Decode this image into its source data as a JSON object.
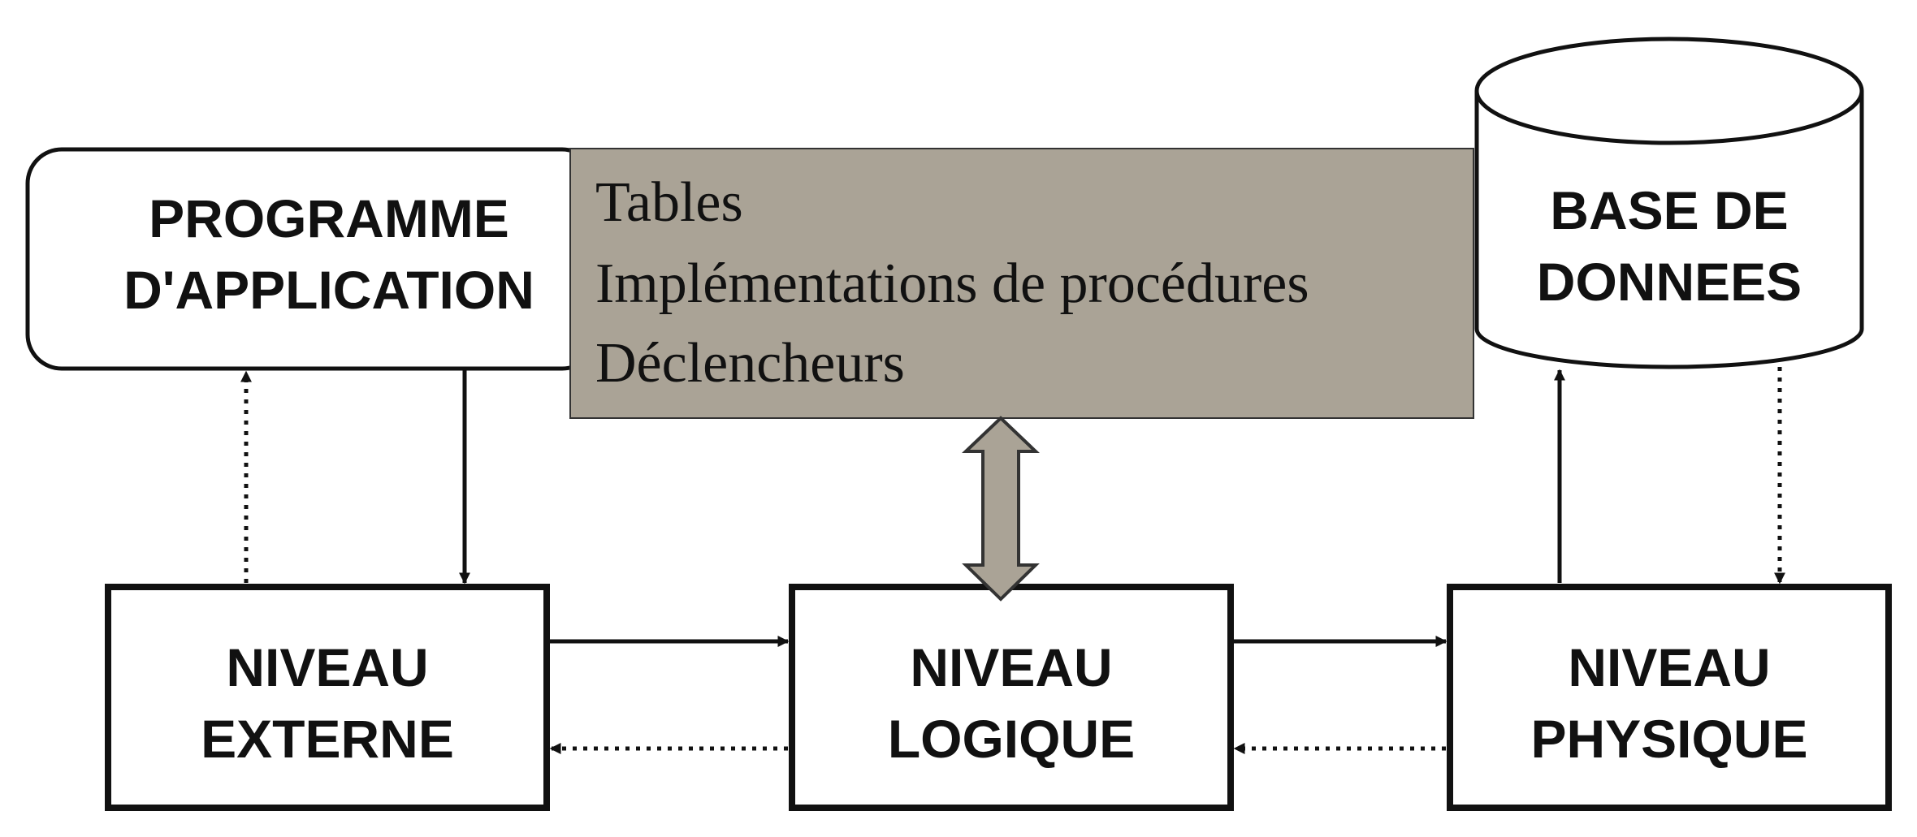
{
  "diagram": {
    "programme": {
      "line1": "PROGRAMME",
      "line2": "D'APPLICATION"
    },
    "base": {
      "line1": "BASE DE",
      "line2": "DONNEES"
    },
    "externe": {
      "line1": "NIVEAU",
      "line2": "EXTERNE"
    },
    "logique": {
      "line1": "NIVEAU",
      "line2": "LOGIQUE"
    },
    "physique": {
      "line1": "NIVEAU",
      "line2": "PHYSIQUE"
    },
    "overlay": {
      "line1": "Tables",
      "line2": "Implémentations de procédures",
      "line3": "Déclencheurs"
    },
    "colors": {
      "overlay_fill": "#aaa396",
      "arrow_fill": "#aaa396",
      "stroke": "#111111"
    }
  }
}
